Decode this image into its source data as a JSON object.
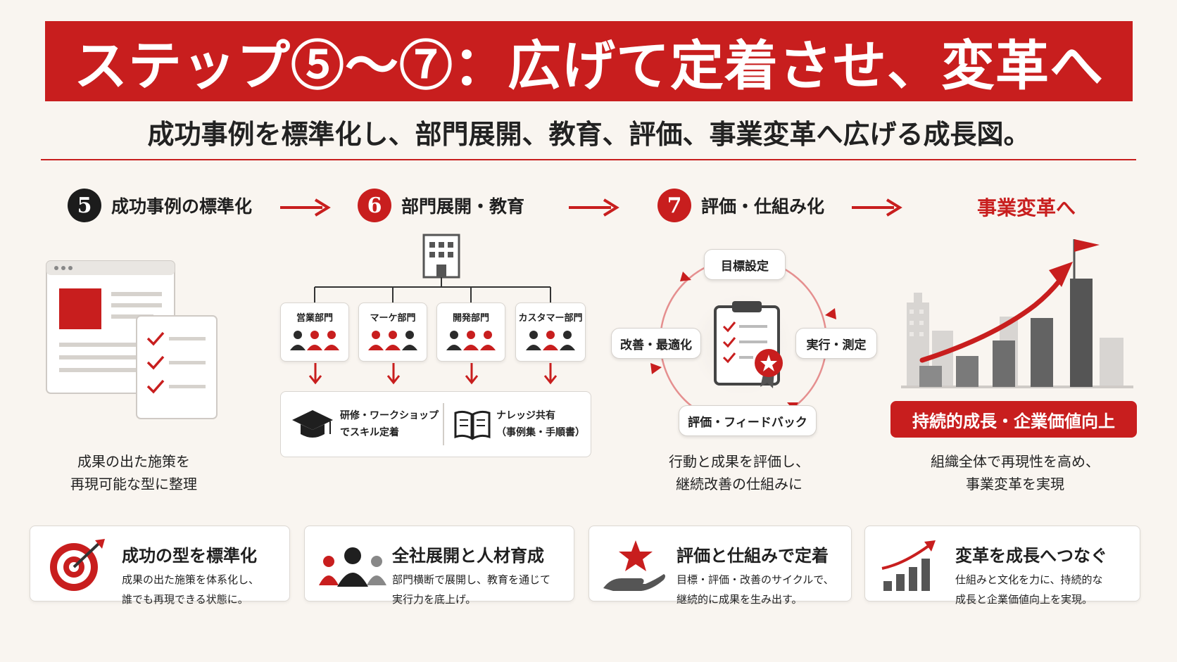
{
  "title": "ステップ⑤〜⑦：広げて定着させ、変革へ",
  "subtitle": "成功事例を標準化し、部門展開、教育、評価、事業変革へ広げる成長図。",
  "colors": {
    "accent": "#c81e1e",
    "dark": "#1c1c1c",
    "background": "#f9f5f0"
  },
  "steps": [
    {
      "number": "5",
      "title": "成功事例の標準化",
      "caption_line1": "成果の出た施策を",
      "caption_line2": "再現可能な型に整理"
    },
    {
      "number": "6",
      "title": "部門展開・教育"
    },
    {
      "number": "7",
      "title": "評価・仕組み化",
      "caption_line1": "行動と成果を評価し、",
      "caption_line2": "継続改善の仕組みに"
    },
    {
      "title": "事業変革へ",
      "caption_line1": "組織全体で再現性を高め、",
      "caption_line2": "事業変革を実現"
    }
  ],
  "departments": [
    "営業部門",
    "マーケ部門",
    "開発部門",
    "カスタマー部門"
  ],
  "education": {
    "training_line1": "研修・ワークショップ",
    "training_line2": "でスキル定着",
    "knowledge_line1": "ナレッジ共有",
    "knowledge_line2": "（事例集・手順書）"
  },
  "cycle": {
    "top": "目標設定",
    "right": "実行・測定",
    "bottom": "評価・フィードバック",
    "left": "改善・最適化"
  },
  "growth_label": "持続的成長・企業価値向上",
  "cards": [
    {
      "icon": "target-icon",
      "title": "成功の型を標準化",
      "desc_line1": "成果の出た施策を体系化し、",
      "desc_line2": "誰でも再現できる状態に。"
    },
    {
      "icon": "people-icon",
      "title": "全社展開と人材育成",
      "desc_line1": "部門横断で展開し、教育を通じて",
      "desc_line2": "実行力を底上げ。"
    },
    {
      "icon": "star-hand-icon",
      "title": "評価と仕組みで定着",
      "desc_line1": "目標・評価・改善のサイクルで、",
      "desc_line2": "継続的に成果を生み出す。"
    },
    {
      "icon": "growth-chart-icon",
      "title": "変革を成長へつなぐ",
      "desc_line1": "仕組みと文化を力に、持続的な",
      "desc_line2": "成長と企業価値向上を実現。"
    }
  ]
}
